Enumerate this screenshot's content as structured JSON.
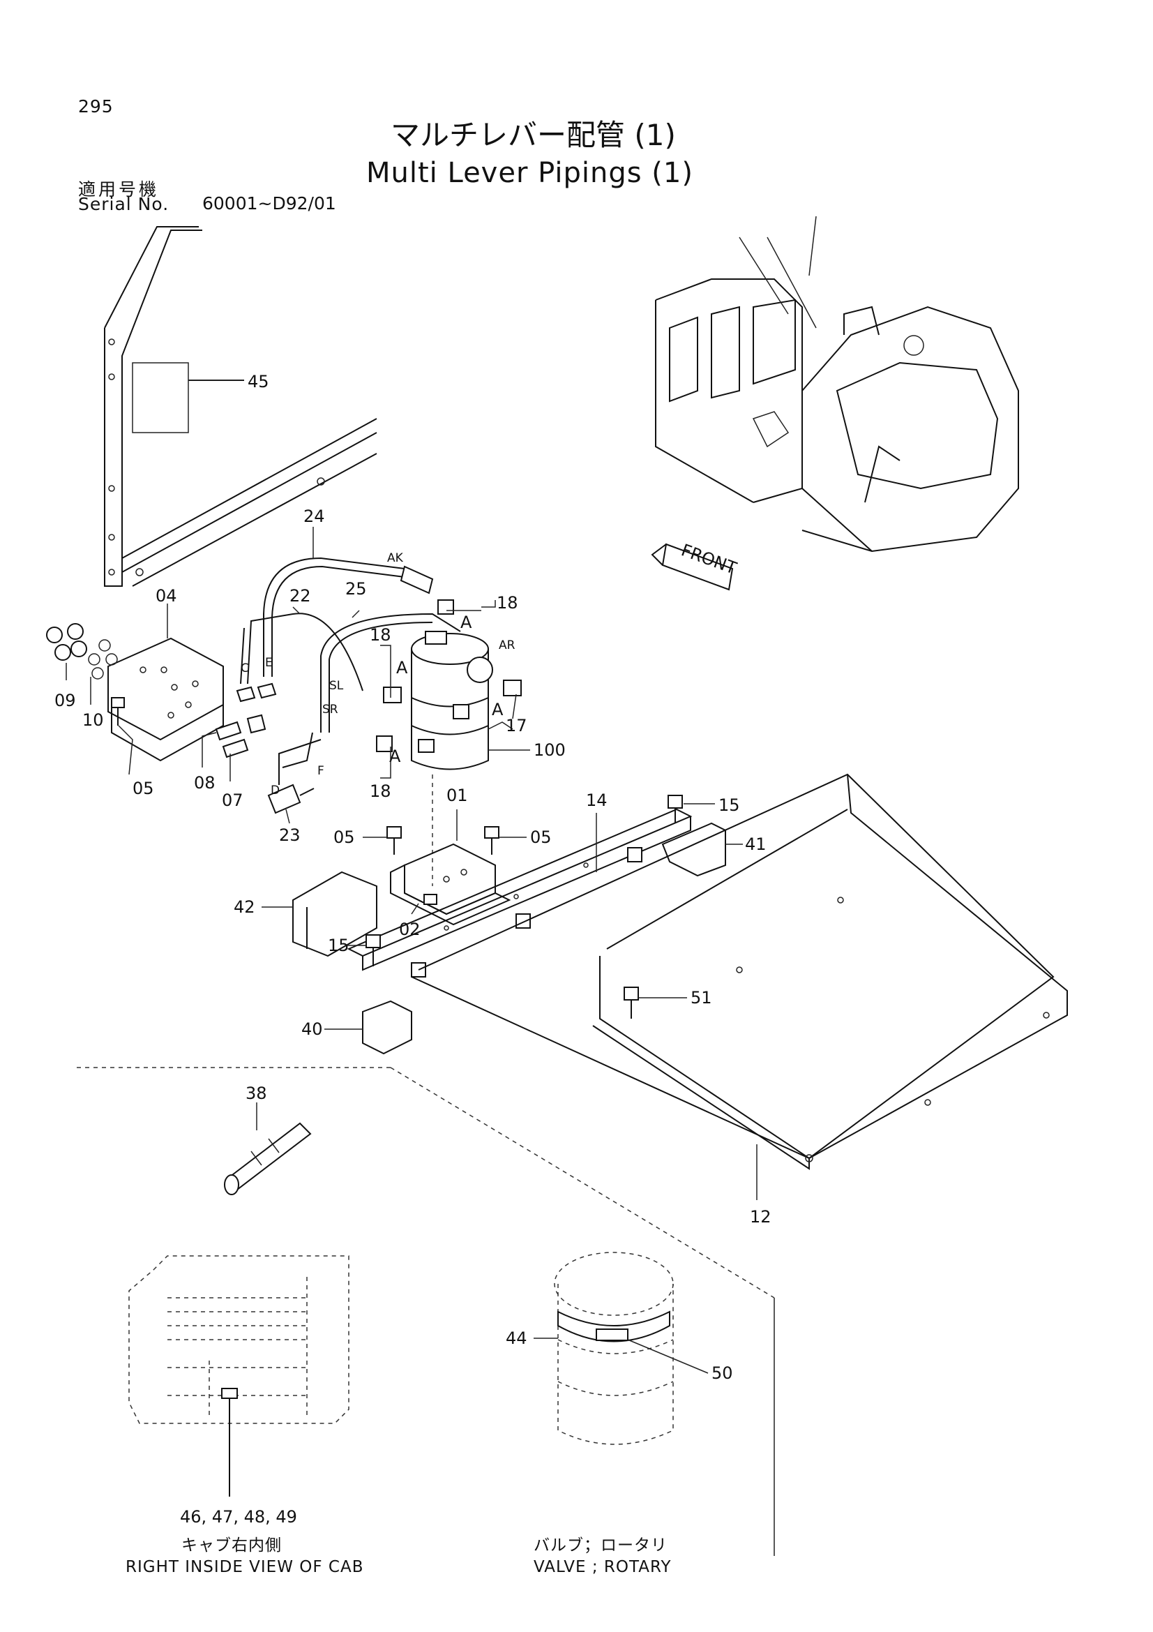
{
  "header": {
    "page_number": "295",
    "title_jp": "マルチレバー配管 (1)",
    "title_en": "Multi Lever Pipings (1)",
    "serial_label_jp": "適用号機",
    "serial_label_en": "Serial No.",
    "serial_value": "60001~D92/01"
  },
  "front_arrow": "FRONT",
  "port_labels": {
    "ak": "AK",
    "ar": "AR",
    "sl": "SL",
    "sr": "SR",
    "c": "C",
    "e": "E",
    "d": "D",
    "f": "F",
    "a1": "A",
    "a2": "A",
    "a3": "A",
    "a4": "A"
  },
  "part_labels": {
    "p45": "45",
    "p24": "24",
    "p22": "22",
    "p25": "25",
    "p04": "04",
    "p09": "09",
    "p10": "10",
    "p05a": "05",
    "p08": "08",
    "p07": "07",
    "p23": "23",
    "p18a": "18",
    "p18b": "18",
    "p18c": "18",
    "p17": "17",
    "p100": "100",
    "p01": "01",
    "p05b": "05",
    "p05c": "05",
    "p14": "14",
    "p15a": "15",
    "p41": "41",
    "p42": "42",
    "p02": "02",
    "p15b": "15",
    "p51": "51",
    "p40": "40",
    "p38": "38",
    "p12": "12",
    "p44": "44",
    "p50": "50",
    "p46_49": "46, 47, 48, 49"
  },
  "captions": {
    "cab_jp": "キャブ右内側",
    "cab_en": "RIGHT  INSIDE  VIEW  OF  CAB",
    "valve_jp": "バルブ；ロータリ",
    "valve_en": "VALVE ; ROTARY"
  }
}
